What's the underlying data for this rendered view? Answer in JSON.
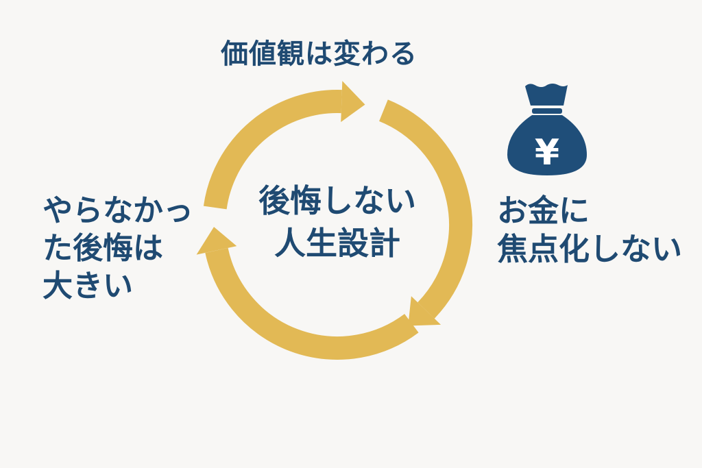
{
  "title": "価値観は変わる",
  "center": {
    "line1": "後悔しない",
    "line2": "人生設計"
  },
  "left": {
    "line1": "やらなかっ",
    "line2": "た後悔は",
    "line3": "大きい"
  },
  "right": {
    "line1": "お金に",
    "line2": "焦点化しない"
  },
  "icon": {
    "name": "yen-money-bag-icon",
    "glyph": "¥"
  },
  "colors": {
    "arrow": "#e2b955",
    "text": "#1f4a72",
    "icon": "#1f4e79"
  }
}
